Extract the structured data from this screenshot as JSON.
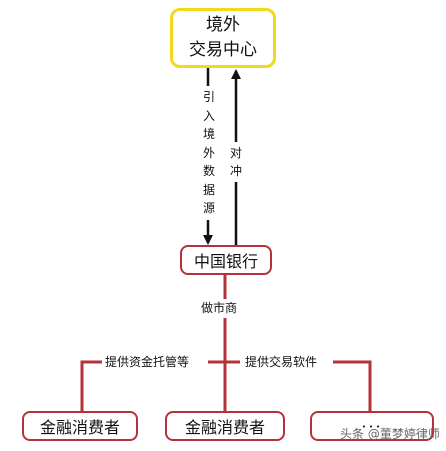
{
  "top_node": {
    "line1": "境外",
    "line2": "交易中心"
  },
  "bank_node": {
    "label": "中国银行"
  },
  "edges": {
    "import_source": "引入境外数据源",
    "hedge": "对冲",
    "market_maker": "做市商",
    "custody": "提供资金托管等",
    "software": "提供交易软件"
  },
  "consumers": [
    {
      "label": "金融消费者"
    },
    {
      "label": "金融消费者"
    },
    {
      "label": "···"
    }
  ],
  "watermark": "头条 @董梦婷律师",
  "colors": {
    "top_border": "#f2da1a",
    "red": "#b4323a",
    "arrow": "#111111"
  }
}
